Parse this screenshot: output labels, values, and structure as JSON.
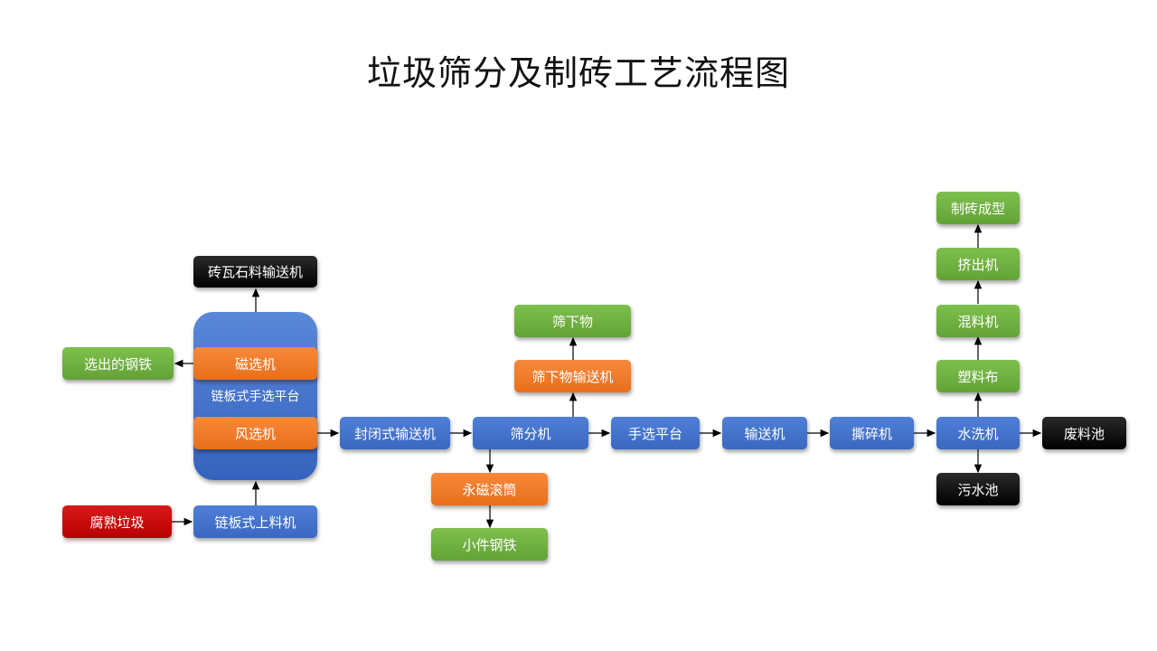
{
  "title": "垃圾筛分及制砖工艺流程图",
  "colors": {
    "process": "#3f6fcc",
    "output": "#6aab3c",
    "auxiliary": "#ee7a28",
    "sink": "#000000",
    "input": "#c00000"
  },
  "nodes": {
    "rotting_garbage": "腐熟垃圾",
    "chain_feeder": "链板式上料机",
    "platform": "链板式手选平台",
    "magnetic_separator": "磁选机",
    "air_separator": "风选机",
    "brick_conveyor": "砖瓦石料输送机",
    "selected_iron": "选出的钢铁",
    "sealed_conveyor": "封闭式输送机",
    "screening_machine": "筛分机",
    "undersize_conveyor": "筛下物输送机",
    "undersize": "筛下物",
    "magnet_drum": "永磁滚筒",
    "small_steel": "小件钢铁",
    "manual_platform": "手选平台",
    "conveyor": "输送机",
    "shredder": "撕碎机",
    "washer": "水洗机",
    "waste_pool": "废料池",
    "sewage_pool": "污水池",
    "plastic_cloth": "塑料布",
    "mixer": "混料机",
    "extruder": "挤出机",
    "brick_forming": "制砖成型"
  }
}
